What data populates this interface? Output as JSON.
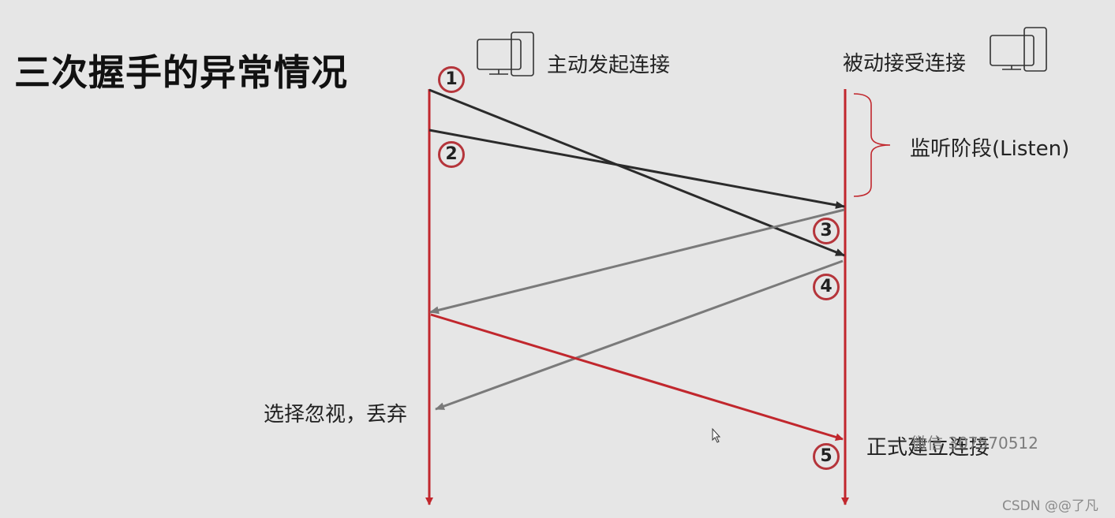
{
  "title": "三次握手的异常情况",
  "client_label": "主动发起连接",
  "server_label": "被动接受连接",
  "listen_label": "监听阶段(Listen)",
  "ignore_label": "选择忽视，丢弃",
  "established_label": "正式建立连接",
  "steps": [
    "1",
    "2",
    "3",
    "4",
    "5"
  ],
  "watermarks": {
    "contact": "微信  307570512",
    "csdn": "CSDN @@了凡"
  },
  "colors": {
    "timeline": "#c1272d",
    "request_arrow": "#2b2b2b",
    "reply_arrow": "#7a7a7a",
    "final_arrow": "#c1272d"
  }
}
